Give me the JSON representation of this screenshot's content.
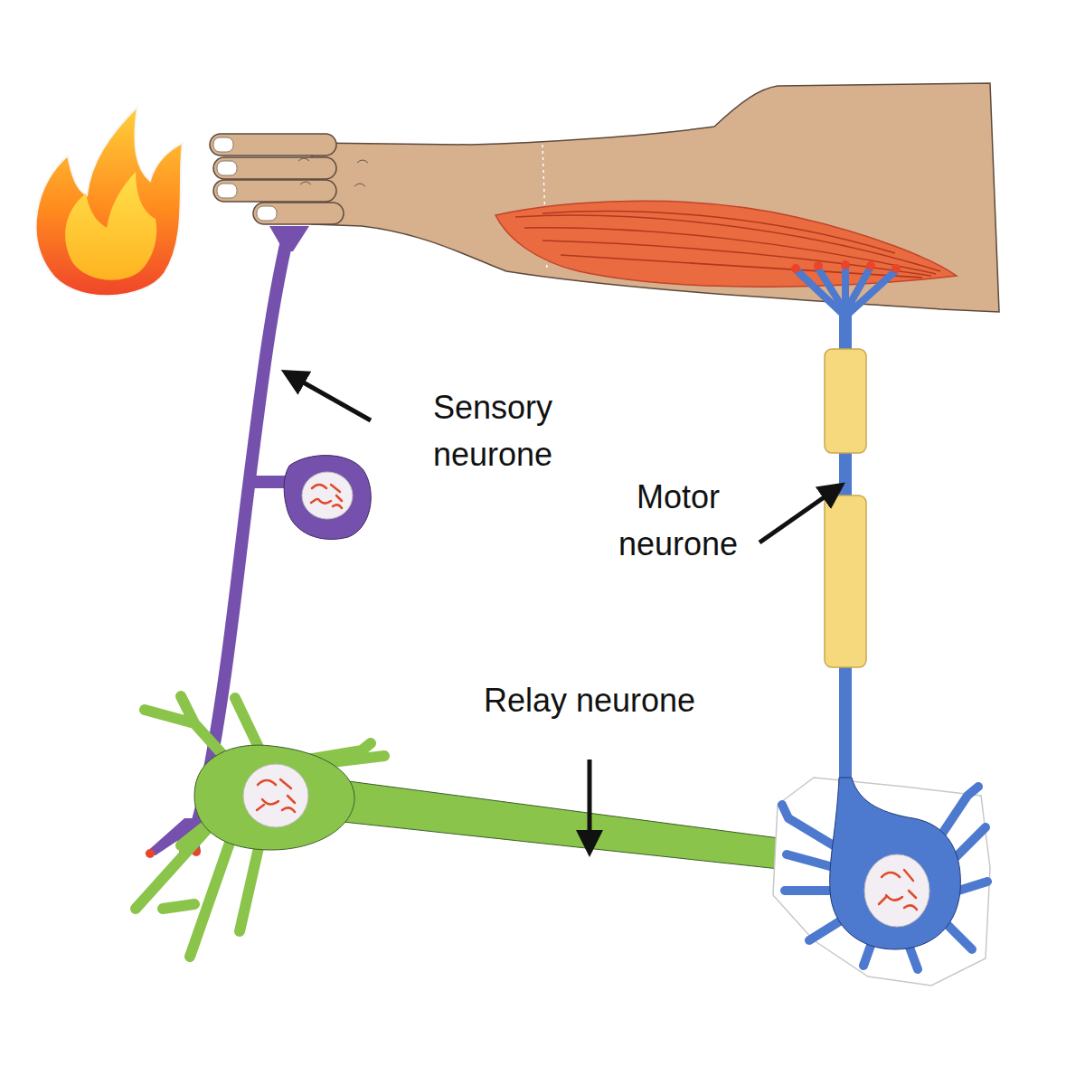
{
  "diagram": {
    "labels": [
      "Sensory neurone",
      "Motor neurone",
      "Relay neurone"
    ]
  }
}
